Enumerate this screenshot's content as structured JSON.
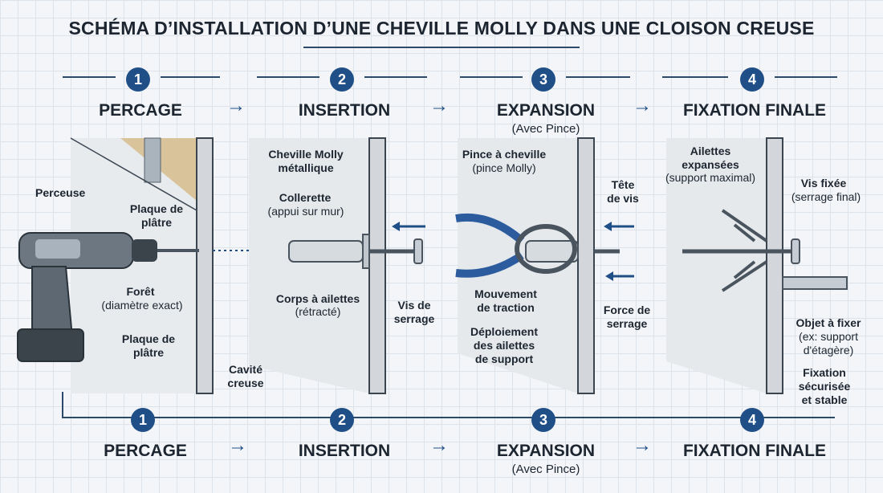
{
  "title": "SCHÉMA D’INSTALLATION D’UNE CHEVILLE MOLLY DANS UNE CLOISON CREUSE",
  "steps": [
    {
      "num": "1",
      "title": "PERCAGE",
      "subtitle": ""
    },
    {
      "num": "2",
      "title": "INSERTION",
      "subtitle": ""
    },
    {
      "num": "3",
      "title": "EXPANSION",
      "subtitle": "(Avec Pince)"
    },
    {
      "num": "4",
      "title": "FIXATION FINALE",
      "subtitle": ""
    }
  ],
  "labels": {
    "p1": {
      "perceuse": "Perceuse",
      "plaque_top": "Plaque de plâtre",
      "foret": "Forêt",
      "foret_sub": "(diamètre exact)",
      "plaque_bottom": "Plaque de plâtre",
      "cavite": "Cavité creuse"
    },
    "p2": {
      "cheville": "Cheville Molly métallique",
      "collerette": "Collerette",
      "collerette_sub": "(appui sur mur)",
      "corps": "Corps à ailettes",
      "corps_sub": "(rétracté)",
      "vis": "Vis de serrage"
    },
    "p3": {
      "pince": "Pince à cheville",
      "pince_sub": "(pince Molly)",
      "tete": "Tête de vis",
      "mouvement": "Mouvement de traction",
      "force": "Force de serrage",
      "deploiement": "Déploiement des ailettes de support"
    },
    "p4": {
      "ailettes": "Ailettes expansées",
      "ailettes_sub": "(support maximal)",
      "vis": "Vis fixée",
      "vis_sub": "(serrage final)",
      "objet": "Objet à fixer",
      "objet_sub": "(ex: support d'étagère)",
      "fixation": "Fixation sécurisée et stable"
    }
  },
  "colors": {
    "accent": "#1f4f86",
    "line": "#2c4a6a",
    "wall": "#dfe3e7",
    "metal": "#c5ccd3"
  }
}
